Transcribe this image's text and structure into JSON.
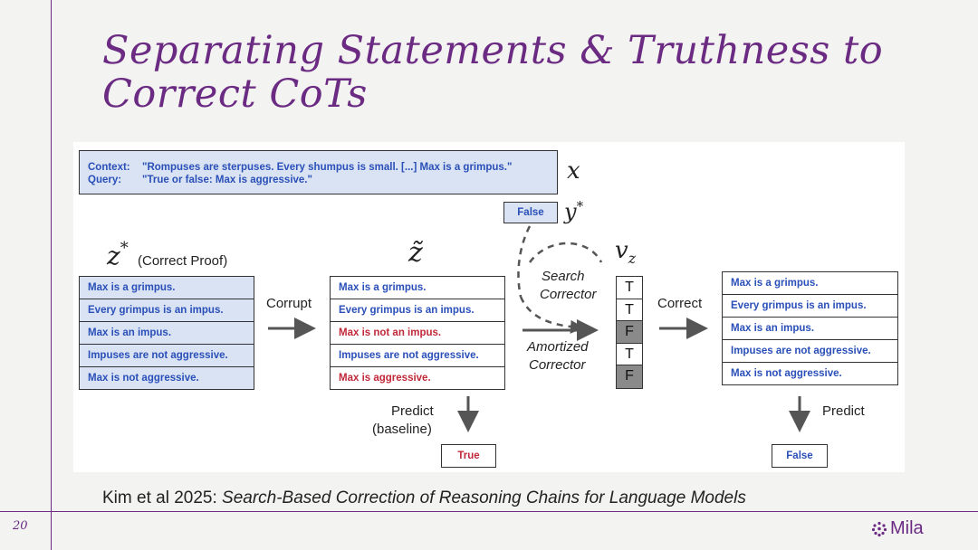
{
  "slide": {
    "title": "Separating Statements & Truthness to Correct CoTs",
    "page_number": "20",
    "logo_text": "Mila",
    "citation_prefix": "Kim et al 2025: ",
    "citation_title": "Search-Based Correction of Reasoning Chains for Language Models"
  },
  "diagram": {
    "context_label": "Context:",
    "context_text": "\"Rompuses are sterpuses. Every shumpus is small. [...] Max is a grimpus.\"",
    "query_label": "Query:",
    "query_text": "\"True or false: Max is aggressive.\"",
    "x_symbol": "x",
    "y_star_label": "False",
    "y_star_symbol": "y*",
    "z_star_symbol": "z*",
    "correct_proof_label": "(Correct Proof)",
    "z_tilde_symbol": "z̃",
    "v_z_symbol": "v",
    "v_z_sub": "z",
    "correct_proof": [
      "Max is a grimpus.",
      "Every grimpus is an impus.",
      "Max is an impus.",
      "Impuses are not aggressive.",
      "Max is not aggressive."
    ],
    "corrupted": [
      "Max is a grimpus.",
      "Every grimpus is an impus.",
      "Max is not an impus.",
      "Impuses are not aggressive.",
      "Max is aggressive."
    ],
    "corrected": [
      "Max is a grimpus.",
      "Every grimpus is an impus.",
      "Max is an impus.",
      "Impuses are not aggressive.",
      "Max is not aggressive."
    ],
    "truth_values": [
      "T",
      "T",
      "F",
      "T",
      "F"
    ],
    "corrupt_label": "Corrupt",
    "search_label_1": "Search",
    "search_label_2": "Corrector",
    "amortized_label_1": "Amortized",
    "amortized_label_2": "Corrector",
    "correct_label": "Correct",
    "predict_baseline_1": "Predict",
    "predict_baseline_2": "(baseline)",
    "baseline_output": "True",
    "predict_label": "Predict",
    "final_output": "False"
  },
  "colors": {
    "accent": "#6b2b83",
    "blue_text": "#2a4fb8",
    "red_text": "#c0283a",
    "box_fill": "#d9e3f3",
    "false_cell": "#8a8a8a"
  }
}
